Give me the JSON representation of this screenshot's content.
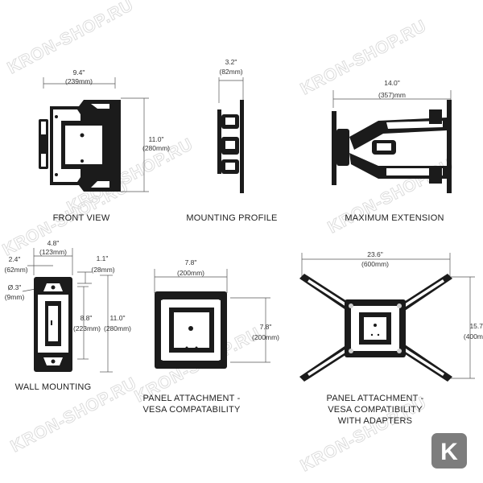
{
  "watermark": {
    "text": "KRON-SHOP.RU"
  },
  "logo": {
    "letter": "K",
    "color": "#7d7d7d"
  },
  "front_view": {
    "caption": "FRONT VIEW",
    "width_in": "9.4\"",
    "width_mm": "(239mm)",
    "height_in": "11.0\"",
    "height_mm": "(280mm)"
  },
  "mounting_profile": {
    "caption": "MOUNTING PROFILE",
    "depth_in": "3.2\"",
    "depth_mm": "(82mm)"
  },
  "maximum_extension": {
    "caption": "MAXIMUM EXTENSION",
    "extension_in": "14.0\"",
    "extension_mm": "(357)mm"
  },
  "wall_mounting": {
    "caption": "WALL MOUNTING",
    "width_in": "4.8\"",
    "width_mm": "(123mm)",
    "offset_in": "2.4\"",
    "offset_mm": "(62mm)",
    "hole_pitch_in": "1.1\"",
    "hole_pitch_mm": "(28mm)",
    "hole_dia_in": "Ø.3\"",
    "hole_dia_mm": "(9mm)",
    "slot_in": "8.8\"",
    "slot_mm": "(223mm)",
    "height_in": "11.0\"",
    "height_mm": "(280mm)"
  },
  "panel_attachment": {
    "caption_line1": "PANEL ATTACHMENT -",
    "caption_line2": "VESA COMPATABILITY",
    "width_in": "7.8\"",
    "width_mm": "(200mm)",
    "height_in": "7.8\"",
    "height_mm": "(200mm)"
  },
  "panel_adapters": {
    "caption_line1": "PANEL ATTACHMENT -",
    "caption_line2": "VESA COMPATIBILITY",
    "caption_line3": "WITH ADAPTERS",
    "width_in": "23.6\"",
    "width_mm": "(600mm)",
    "height_in": "15.7",
    "height_mm": "(400m"
  }
}
